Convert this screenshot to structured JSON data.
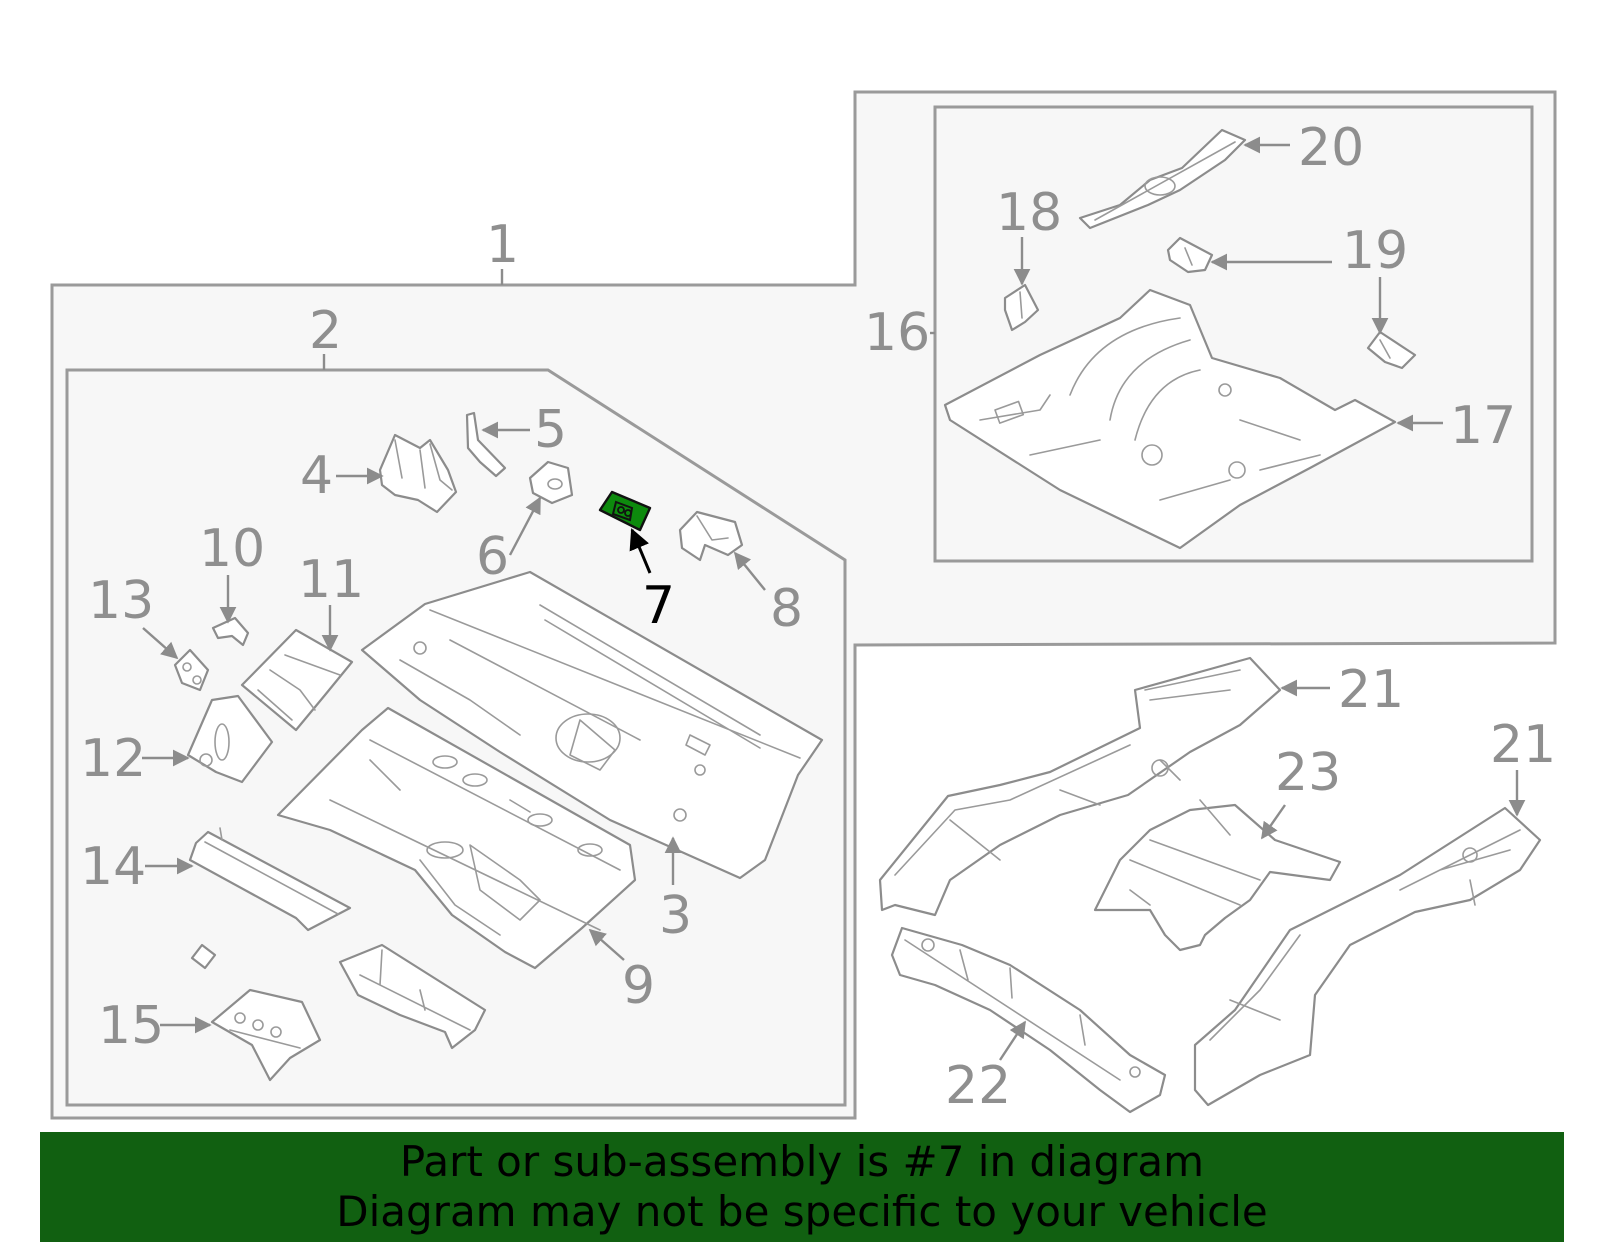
{
  "diagram": {
    "highlighted_part": "7",
    "callouts": {
      "c1": "1",
      "c2": "2",
      "c3": "3",
      "c4": "4",
      "c5": "5",
      "c6": "6",
      "c7": "7",
      "c8": "8",
      "c9": "9",
      "c10": "10",
      "c11": "11",
      "c12": "12",
      "c13": "13",
      "c14": "14",
      "c15": "15",
      "c16": "16",
      "c17": "17",
      "c18": "18",
      "c19": "19",
      "c20": "20",
      "c21a": "21",
      "c21b": "21",
      "c22": "22",
      "c23": "23"
    },
    "colors": {
      "line": "#9a9a9a",
      "highlight_fill": "#0d8a0d",
      "banner_bg": "#116011",
      "panel_bg": "#f7f7f7"
    }
  },
  "banner": {
    "line1": "Part or sub-assembly is #7 in diagram",
    "line2": "Diagram may not be specific to your vehicle"
  }
}
